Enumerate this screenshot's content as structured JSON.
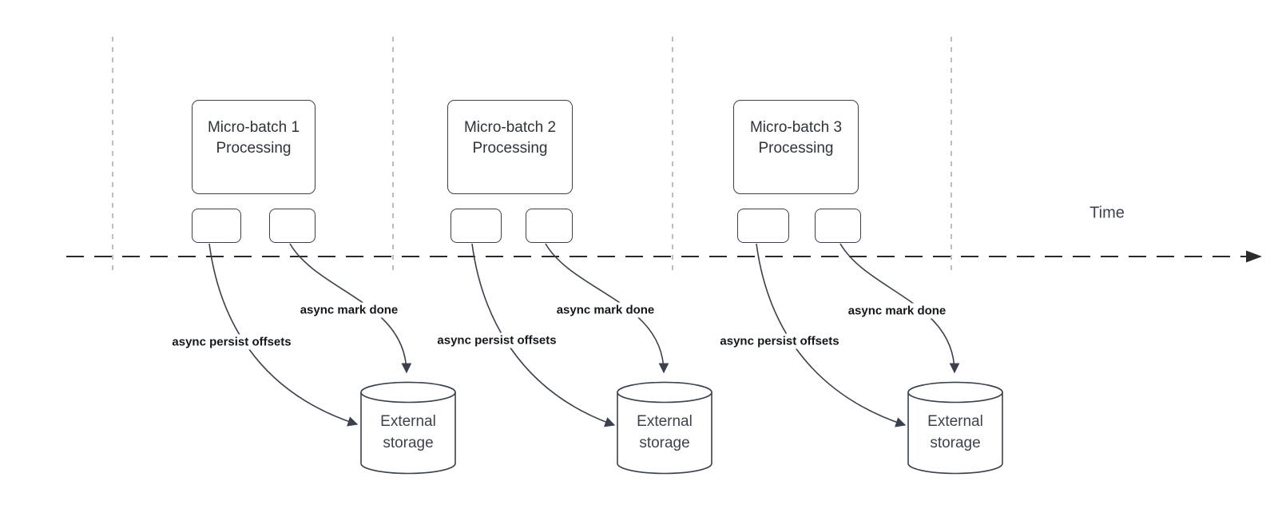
{
  "diagram": {
    "timeline": {
      "label": "Time"
    },
    "batches": [
      {
        "title_line1": "Micro-batch 1",
        "title_line2": "Processing",
        "persist_arrow_label": "async persist offsets",
        "done_arrow_label": "async mark done",
        "storage_line1": "External",
        "storage_line2": "storage"
      },
      {
        "title_line1": "Micro-batch 2",
        "title_line2": "Processing",
        "persist_arrow_label": "async persist offsets",
        "done_arrow_label": "async mark done",
        "storage_line1": "External",
        "storage_line2": "storage"
      },
      {
        "title_line1": "Micro-batch 3",
        "title_line2": "Processing",
        "persist_arrow_label": "async persist offsets",
        "done_arrow_label": "async mark done",
        "storage_line1": "External",
        "storage_line2": "storage"
      }
    ],
    "colors": {
      "shape_stroke": "#3a414c",
      "timeline_stroke": "#2b2b2b",
      "tick_line": "#a9adb3",
      "label_text": "#14171c"
    }
  }
}
